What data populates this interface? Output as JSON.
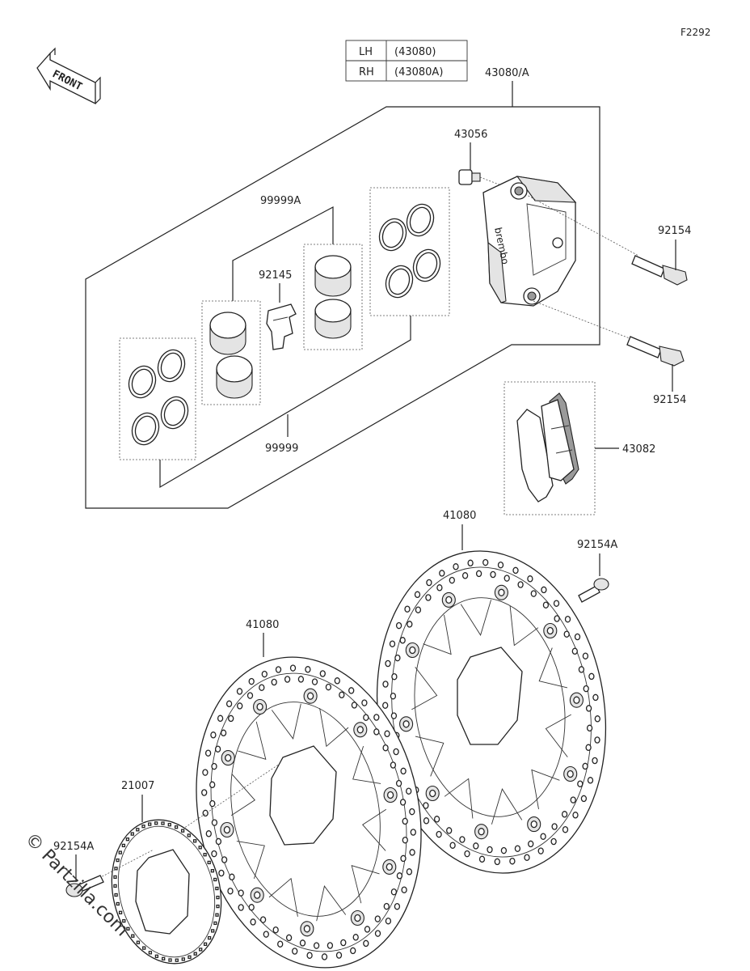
{
  "figure_code": "F2292",
  "front_arrow_label": "FRONT",
  "side_table": {
    "rows": [
      {
        "side": "LH",
        "code": "(43080)"
      },
      {
        "side": "RH",
        "code": "(43080A)"
      }
    ]
  },
  "callouts": {
    "caliper_assy": "43080/A",
    "bleeder": "43056",
    "bolt_upper": "92154",
    "bolt_lower": "92154",
    "seal_kit_a": "99999A",
    "pad_spring": "92145",
    "seal_kit": "99999",
    "brake_pads": "43082",
    "disc_right": "41080",
    "disc_bolt_right": "92154A",
    "disc_left": "41080",
    "sensor_rotor": "21007",
    "rotor_bolt": "92154A"
  },
  "caliper_brand_text": "brembo",
  "watermark": "© Partzilla.com"
}
